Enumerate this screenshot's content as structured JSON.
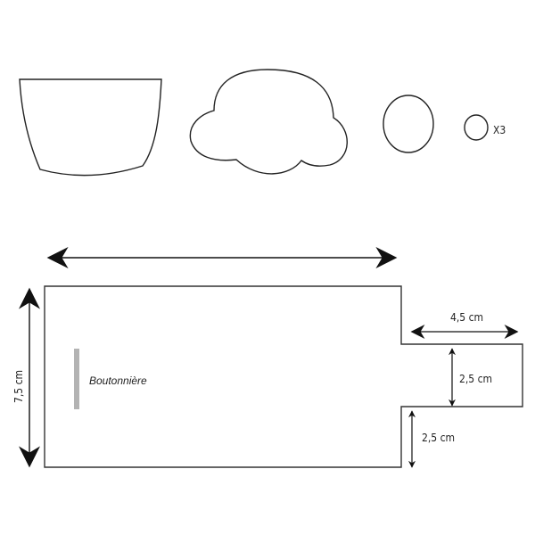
{
  "shapes": {
    "multiplier": "X3"
  },
  "pattern": {
    "height_label": "7,5 cm",
    "buttonhole_label": "Boutonnière",
    "tab_width_label": "4,5 cm",
    "tab_height_label": "2,5 cm",
    "bottom_offset_label": "2,5 cm"
  },
  "colors": {
    "line": "#222222",
    "buttonhole": "#b3b3b3"
  }
}
